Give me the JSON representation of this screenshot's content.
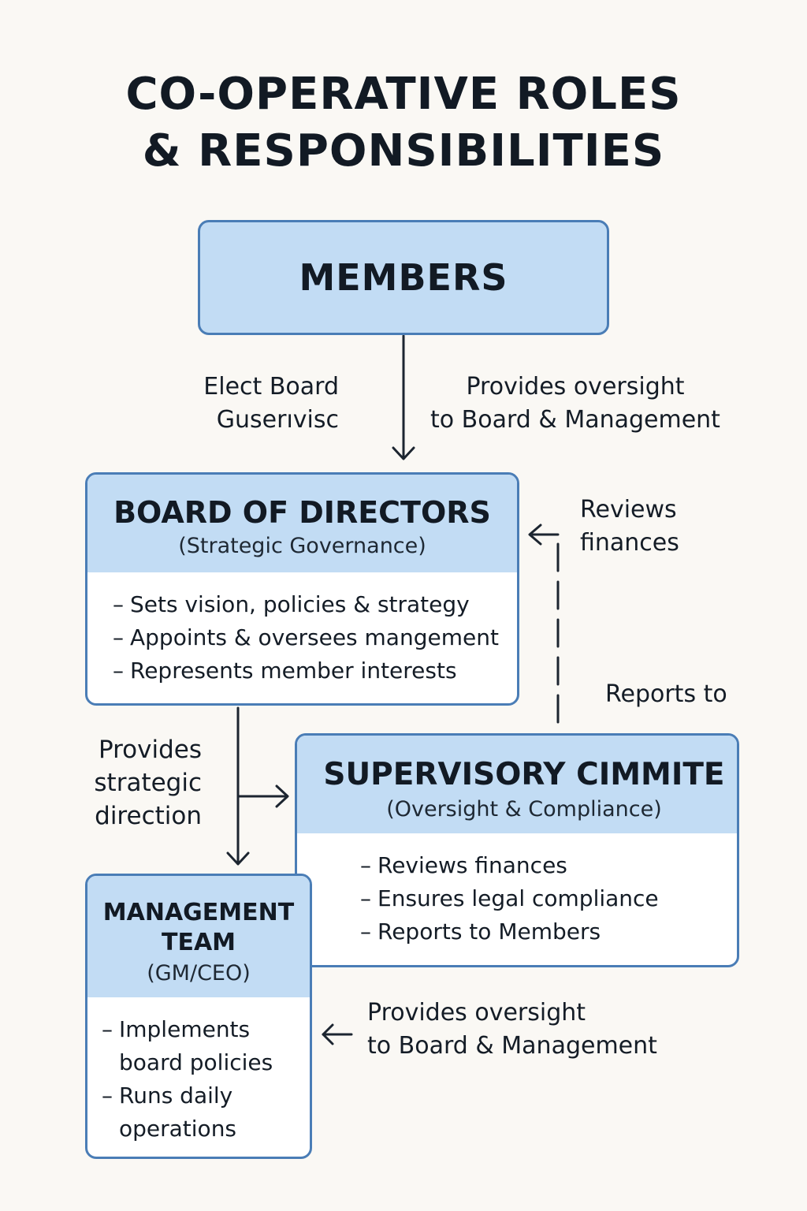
{
  "title": {
    "line1": "CO-OPERATIVE ROLES",
    "line2": "& RESPONSIBILITIES"
  },
  "members": {
    "label": "MEMBERS"
  },
  "labels": {
    "elect_board": {
      "line1": "Elect Board",
      "line2": "Guserıvisc"
    },
    "provides_oversight_top": {
      "line1": "Provides oversight",
      "line2": "to Board & Management"
    },
    "reviews_finances": {
      "line1": "Reviews",
      "line2": "finances"
    },
    "reports_to": "Reports to",
    "provides_strategic_direction": {
      "line1": "Provides",
      "line2": "strategic",
      "line3": "direction"
    },
    "provides_oversight_bottom": {
      "line1": "Provides oversight",
      "line2": "to Board & Management"
    }
  },
  "board": {
    "name": "BOARD OF DIRECTORS",
    "subtitle": "(Strategic Governance)",
    "duties": [
      "Sets vision, policies & strategy",
      "Appoints & oversees mangement",
      "Represents member interests"
    ]
  },
  "supervisory": {
    "name": "SUPERVISORY CIMMITE",
    "subtitle": "(Oversight & Compliance)",
    "duties": [
      "Reviews finances",
      "Ensures legal compliance",
      "Reports to Members"
    ]
  },
  "management": {
    "name_line1": "MANAGEMENT",
    "name_line2": "TEAM",
    "subtitle": "(GM/CEO)",
    "duties": [
      {
        "line1": "Implements",
        "line2": "board policies"
      },
      {
        "line1": "Runs daily",
        "line2": "operations"
      }
    ]
  },
  "bullet_glyph": "–",
  "colors": {
    "box_border": "#4a7db6",
    "box_header": "#c2dcf4",
    "members_fill": "#c2dcf4",
    "text": "#141c26"
  }
}
